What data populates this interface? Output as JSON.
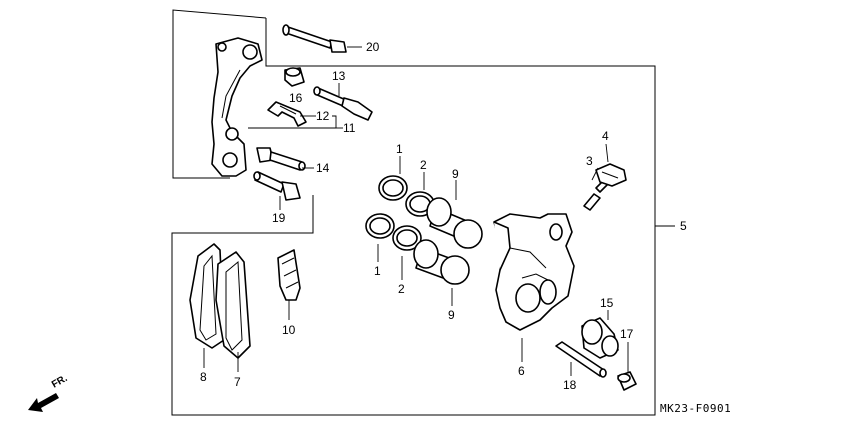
{
  "diagram": {
    "code": "MK23-F0901",
    "direction": "FR.",
    "labels": {
      "l1a": "1",
      "l1b": "1",
      "l2a": "2",
      "l2b": "2",
      "l3": "3",
      "l4": "4",
      "l5": "5",
      "l6": "6",
      "l7": "7",
      "l8": "8",
      "l9a": "9",
      "l9b": "9",
      "l10": "10",
      "l11": "11",
      "l12": "12",
      "l13": "13",
      "l14": "14",
      "l15": "15",
      "l16": "16",
      "l17": "17",
      "l18": "18",
      "l19": "19",
      "l20": "20"
    }
  }
}
